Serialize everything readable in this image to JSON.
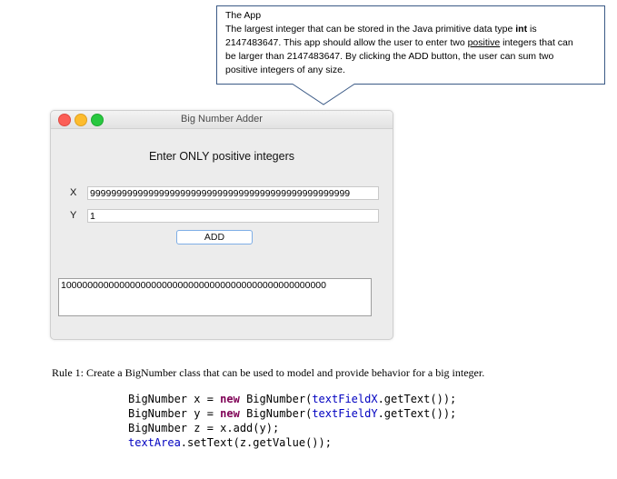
{
  "callout": {
    "title": "The App",
    "line2_pre": "The largest integer that can be stored in the Java primitive data type ",
    "line2_bold": "int",
    "line2_post": " is",
    "line3_pre": "2147483647.  This app should allow the user to enter two ",
    "line3_underline": "positive",
    "line3_post": " integers that can",
    "line4": "be larger than  2147483647.  By clicking the ADD button, the user can sum two",
    "line5": "positive integers of any size."
  },
  "window": {
    "title": "Big Number Adder",
    "heading": "Enter ONLY positive integers",
    "x_label": "X",
    "x_value": "9999999999999999999999999999999999999999999999999",
    "y_label": "Y",
    "y_value": "1",
    "add_label": "ADD",
    "result": "10000000000000000000000000000000000000000000000000"
  },
  "rule": {
    "text": "Rule 1: Create a BigNumber class that can be used to model and provide behavior for a big integer."
  },
  "code": {
    "l1_a": "BigNumber x = ",
    "l1_kw": "new",
    "l1_b": " BigNumber(",
    "l1_f": "textFieldX",
    "l1_c": ".getText());",
    "l2_a": "BigNumber y = ",
    "l2_kw": "new",
    "l2_b": " BigNumber(",
    "l2_f": "textFieldY",
    "l2_c": ".getText());",
    "l3": "BigNumber z = x.add(y);",
    "l4_f": "textArea",
    "l4_c": ".setText(z.getValue());"
  }
}
